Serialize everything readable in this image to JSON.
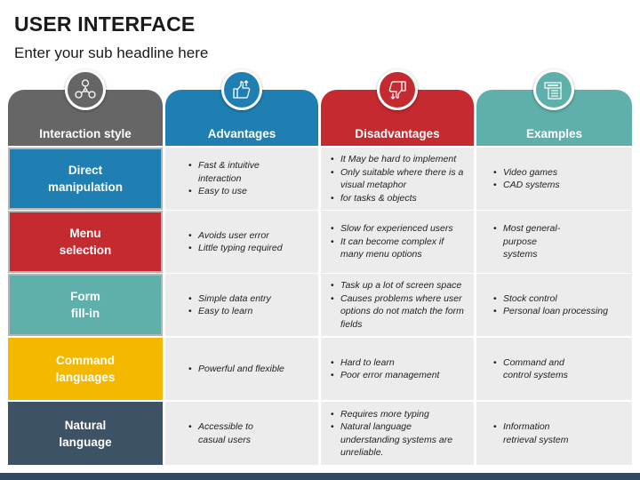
{
  "title": "USER INTERFACE",
  "subtitle": "Enter your sub headline here",
  "columns": [
    {
      "label": "Interaction style",
      "color": "#666666",
      "icon": "people-network-icon"
    },
    {
      "label": "Advantages",
      "color": "#1f7fb3",
      "icon": "thumbs-up-icon"
    },
    {
      "label": "Disadvantages",
      "color": "#c42a30",
      "icon": "thumbs-down-icon"
    },
    {
      "label": "Examples",
      "color": "#5fb0aa",
      "icon": "example-document-icon"
    }
  ],
  "rows": [
    {
      "label": "Direct\nmanipulation",
      "color": "#1f7fb3",
      "advantages": [
        "Fast & intuitive interaction",
        "Easy to use"
      ],
      "disadvantages": [
        "It May be hard to implement",
        "Only suitable where there is a visual metaphor",
        "for tasks & objects"
      ],
      "examples": [
        "Video games",
        "CAD systems"
      ]
    },
    {
      "label": "Menu\nselection",
      "color": "#c42a30",
      "advantages": [
        "Avoids user error",
        "Little typing required"
      ],
      "disadvantages": [
        "Slow for experienced users",
        "It can become complex if many menu options"
      ],
      "examples": [
        "Most general-purpose systems"
      ]
    },
    {
      "label": "Form\nfill-in",
      "color": "#5fb0aa",
      "advantages": [
        "Simple data entry",
        "Easy to learn"
      ],
      "disadvantages": [
        "Task up a lot of screen space",
        "Causes problems where user options do not match the form fields"
      ],
      "examples": [
        "Stock control",
        "Personal loan processing"
      ]
    },
    {
      "label": "Command\nlanguages",
      "color": "#f5b800",
      "advantages": [
        "Powerful and flexible"
      ],
      "disadvantages": [
        "Hard to learn",
        "Poor error management"
      ],
      "examples": [
        "Command and control systems"
      ]
    },
    {
      "label": "Natural\nlanguage",
      "color": "#3e5266",
      "advantages": [
        "Accessible to casual users"
      ],
      "disadvantages": [
        "Requires more typing",
        "Natural language understanding systems are unreliable."
      ],
      "examples": [
        "Information retrieval system"
      ]
    }
  ]
}
